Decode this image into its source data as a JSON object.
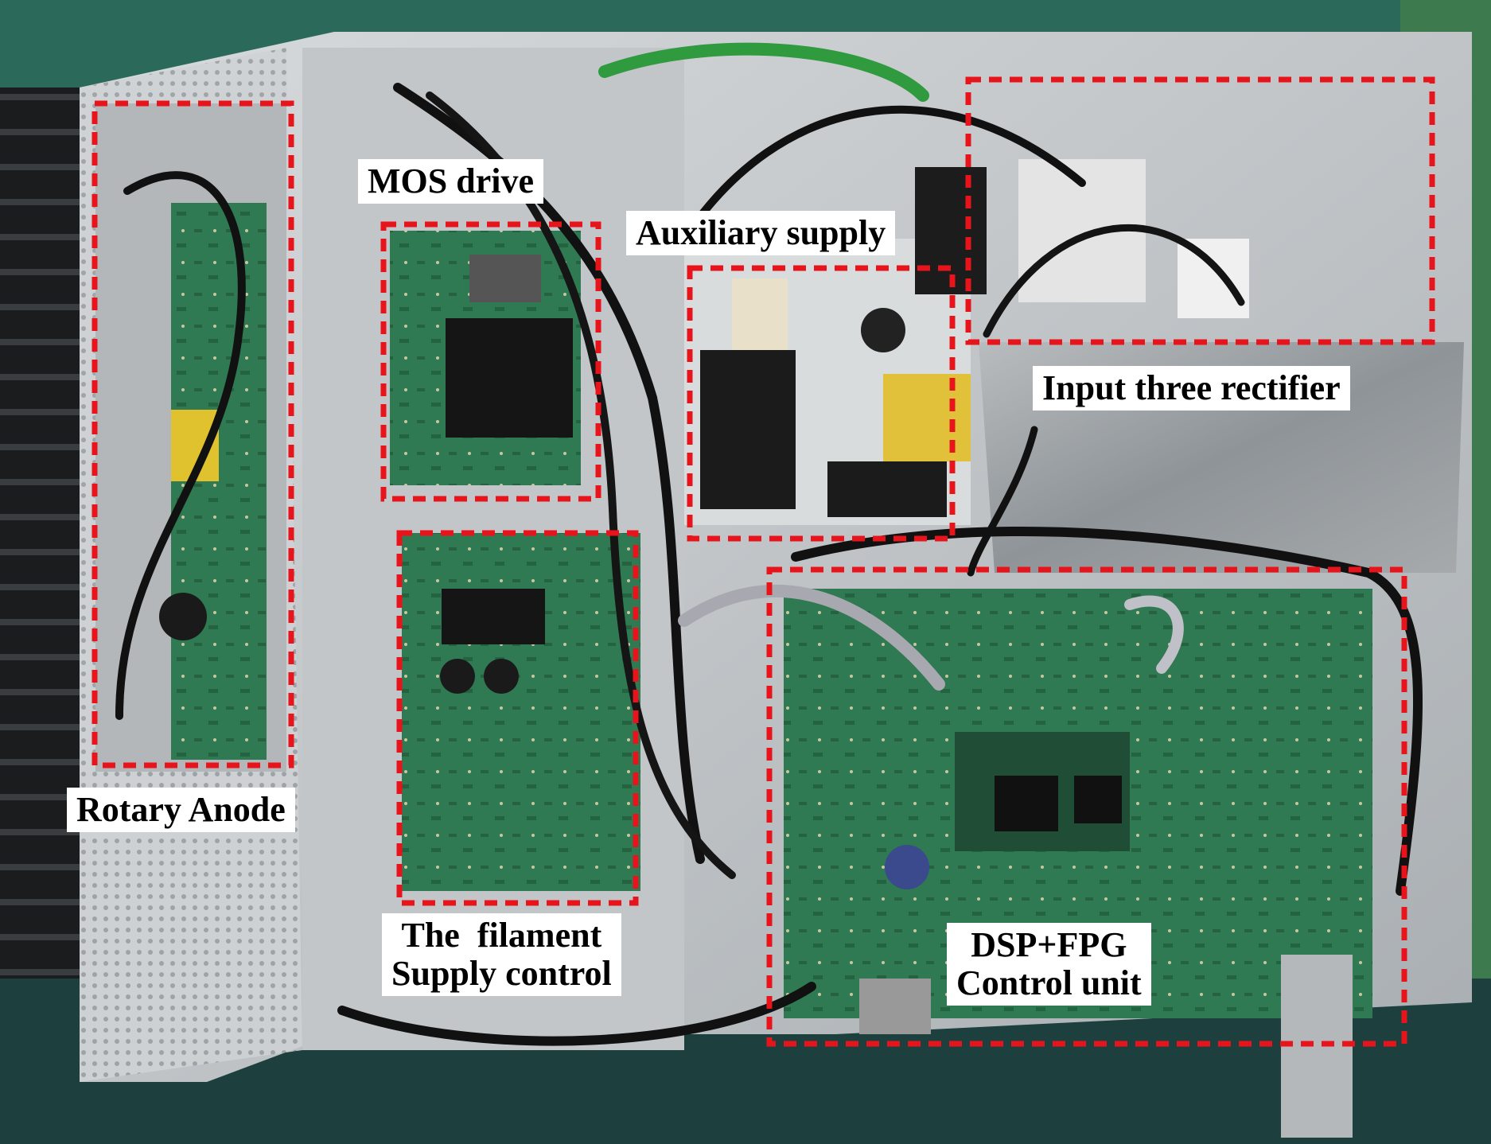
{
  "labels": {
    "mos_drive": "MOS drive",
    "auxiliary_supply": "Auxiliary supply",
    "input_rectifier": "Input three rectifier",
    "rotary_anode": "Rotary Anode",
    "filament_line1": "The  filament",
    "filament_line2": "Supply control",
    "dsp_line1": "DSP+FPG",
    "dsp_line2": "Control unit"
  },
  "colors": {
    "highlight_box": "#e8141c",
    "label_background": "#ffffff"
  }
}
